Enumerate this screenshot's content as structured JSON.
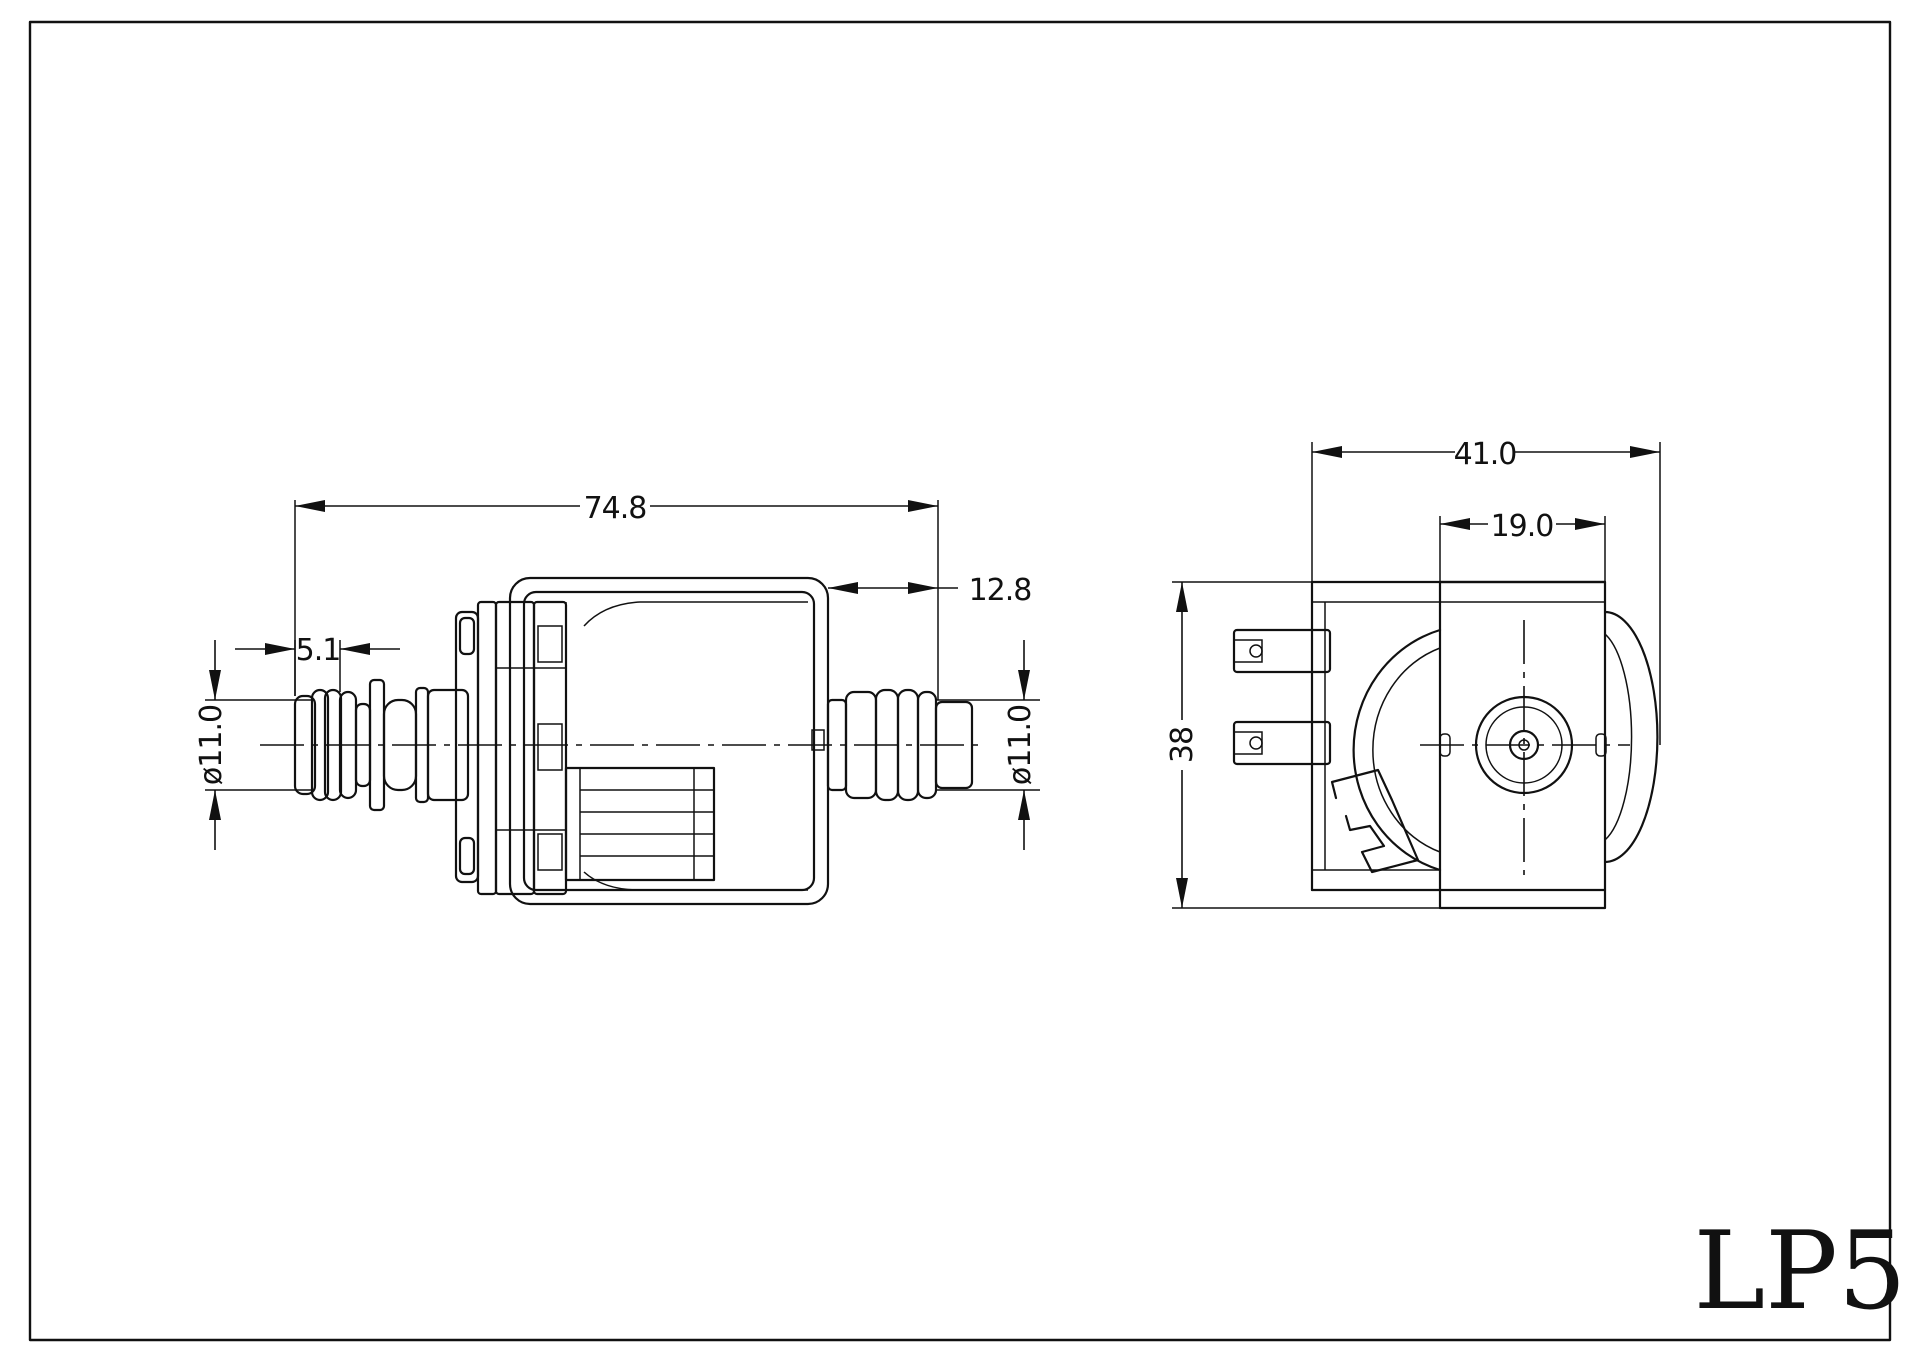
{
  "drawing": {
    "model_label": "LP5"
  },
  "dimensions": {
    "side_view": {
      "overall_length": "74.8",
      "outlet_length": "12.8",
      "inlet_offset": "5.1",
      "inlet_diameter": "ø11.0",
      "outlet_diameter": "ø11.0"
    },
    "end_view": {
      "overall_width": "41.0",
      "bracket_width": "19.0",
      "height": "38"
    }
  }
}
